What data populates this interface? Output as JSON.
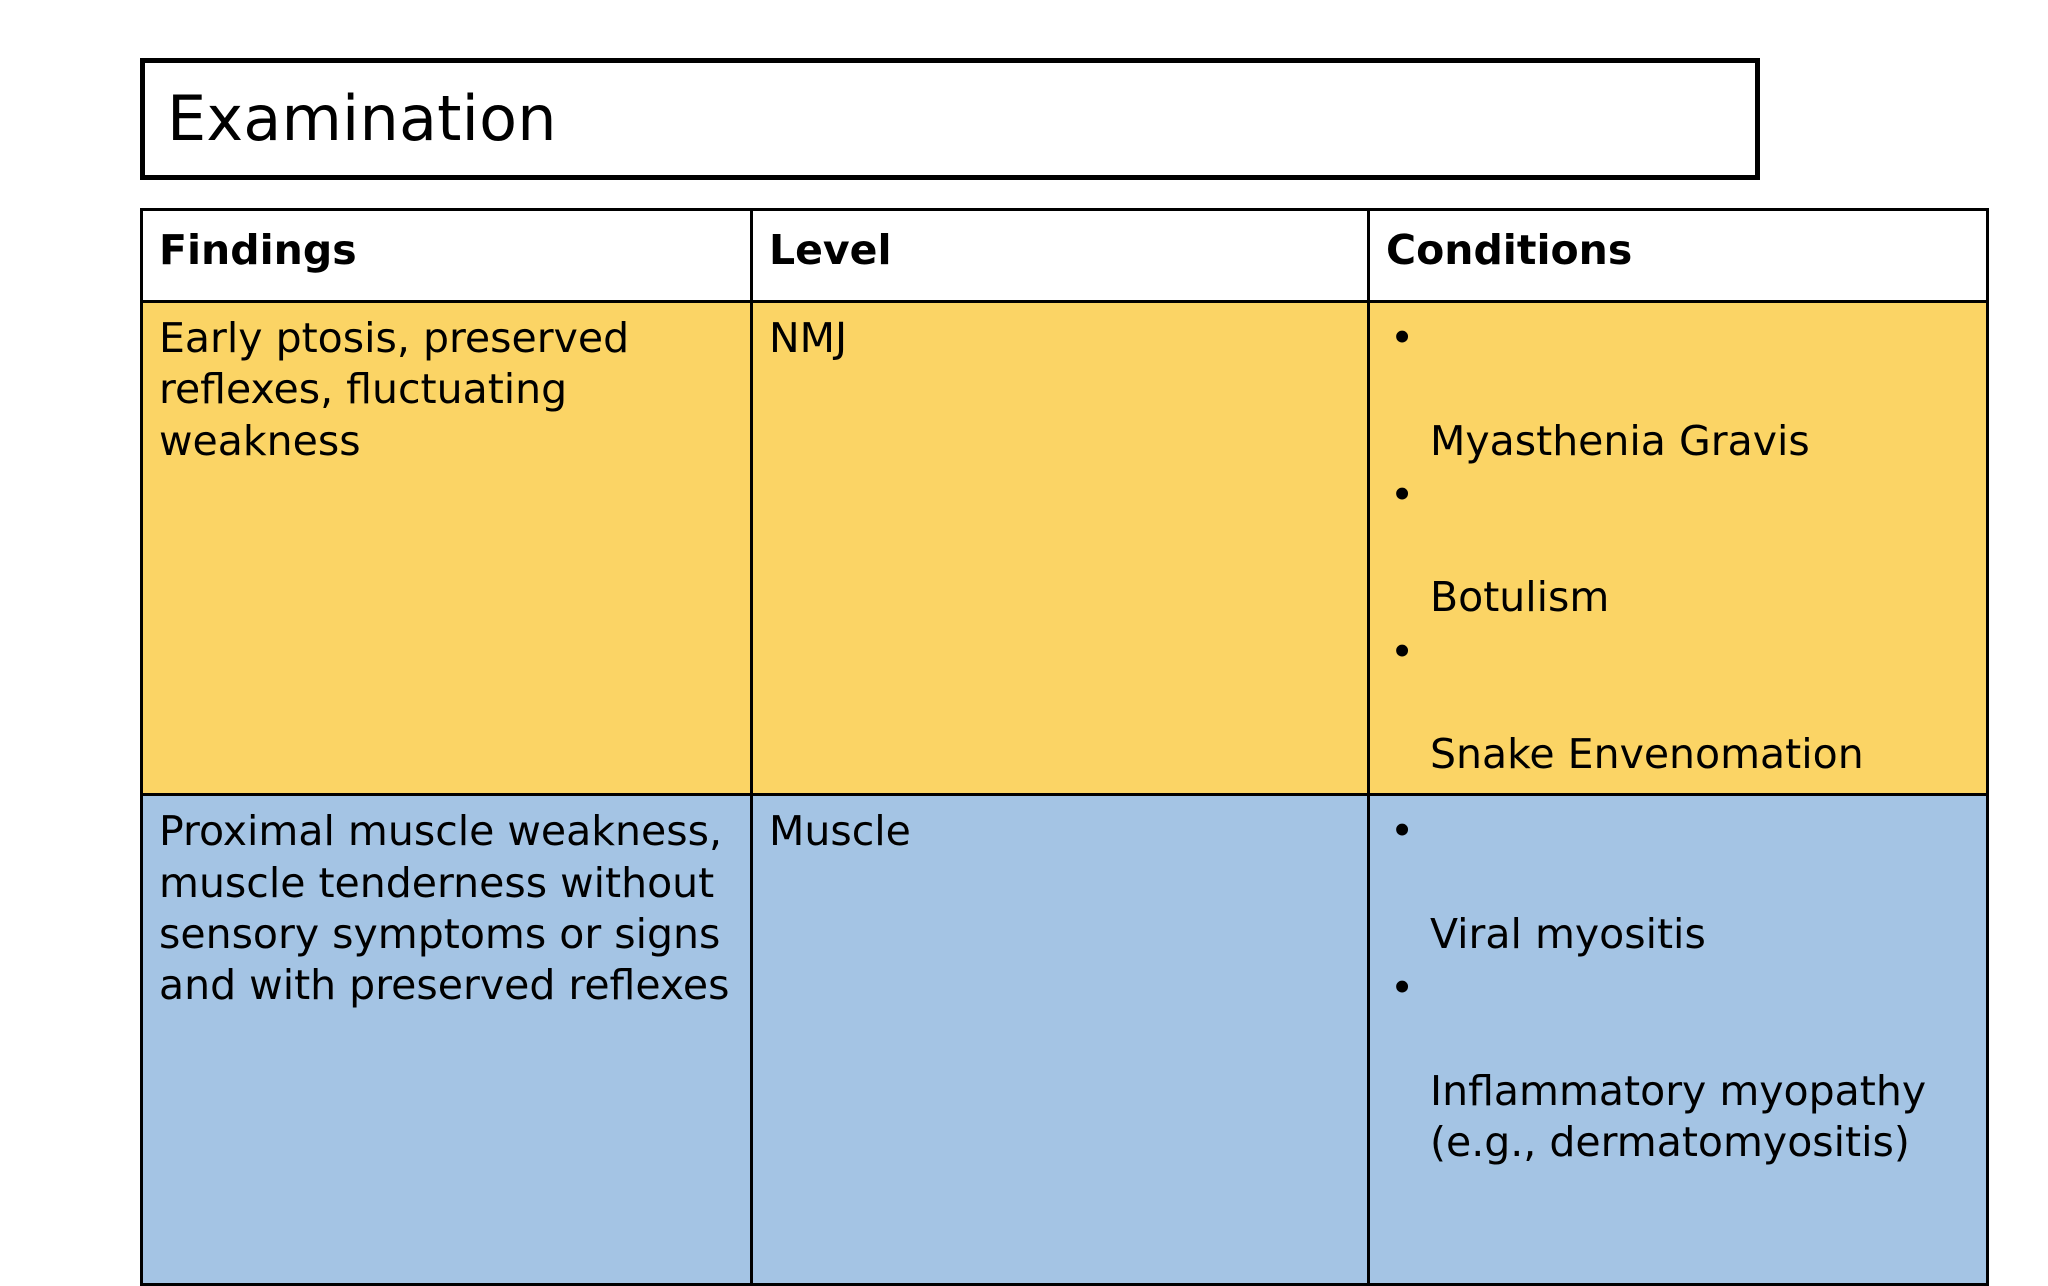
{
  "slide": {
    "title": "Examination",
    "background_color": "#FFFFFF"
  },
  "table": {
    "border_color": "#000000",
    "header_background": "#FFFFFF",
    "columns": [
      {
        "key": "findings",
        "label": "Findings"
      },
      {
        "key": "level",
        "label": "Level"
      },
      {
        "key": "conditions",
        "label": "Conditions"
      }
    ],
    "rows": [
      {
        "row_color": "#FBD465",
        "findings": "Early ptosis, preserved reflexes, fluctuating weakness",
        "level": "NMJ",
        "conditions": [
          "Myasthenia Gravis",
          "Botulism",
          "Snake Envenomation"
        ],
        "bullet_glyph": "•"
      },
      {
        "row_color": "#A4C4E4",
        "findings": "Proximal muscle weakness, muscle tenderness without sensory symptoms or signs and with preserved reflexes",
        "level": "Muscle",
        "conditions": [
          "Viral myositis",
          "Inflammatory myopathy (e.g., dermatomyositis)"
        ],
        "bullet_glyph": "•"
      }
    ]
  }
}
